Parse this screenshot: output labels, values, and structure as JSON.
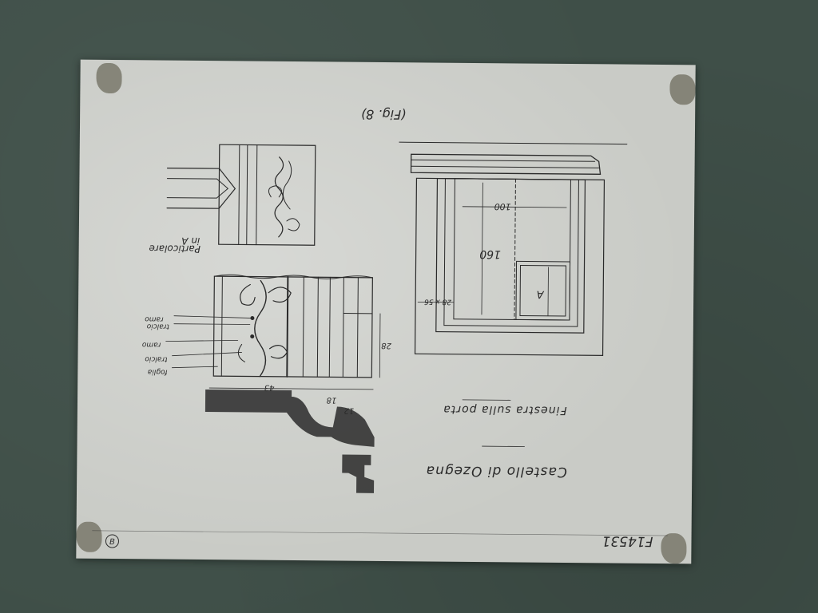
{
  "sheet": {
    "title": "Castello di Ozegna",
    "subtitle": "Finestra sulla porta",
    "ref_note": "(Fig. 8)",
    "detail_label_1": "Particolare",
    "detail_label_2": "in A",
    "inventory_number": "F14531",
    "stamp": "B",
    "dimensions": {
      "width": "100",
      "height": "160",
      "side": "28 x 56",
      "letters": "A",
      "d1": "43",
      "d2": "18",
      "d3": "12",
      "d4": "28"
    },
    "annotations": [
      "ramo",
      "tralcio",
      "ramo",
      "tralcio",
      "foglia"
    ]
  }
}
